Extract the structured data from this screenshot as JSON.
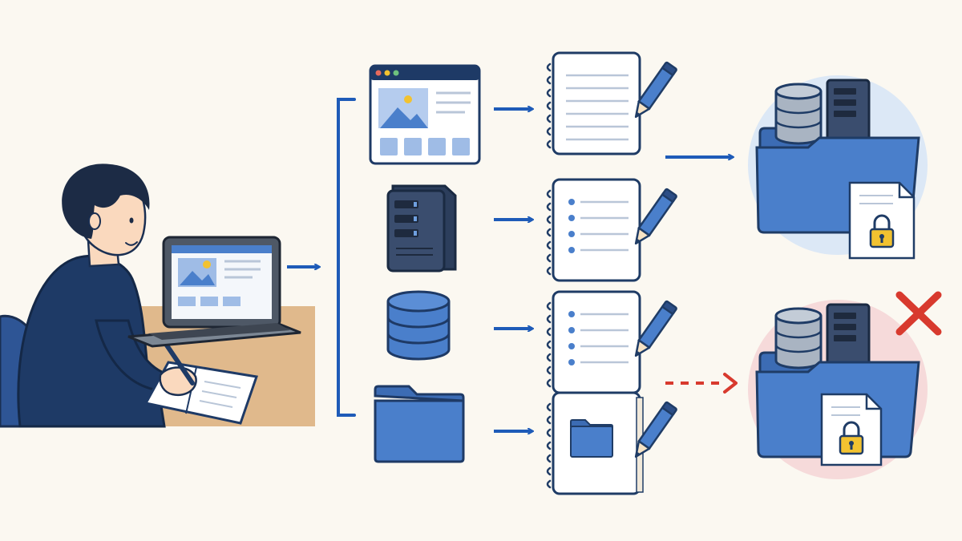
{
  "colors": {
    "background": "#FBF8F1",
    "primary_blue": "#4A7FCB",
    "dark_blue": "#1F3C66",
    "navy": "#1E3A66",
    "arrow_blue": "#1E5BB8",
    "arrow_red": "#D83A2E",
    "desk": "#E0B98C",
    "skin": "#FAD9BE",
    "hair": "#1C2B45",
    "lock_yellow": "#F2C230",
    "db_gray": "#A9B4C2",
    "halo_blue": "#DCE8F6",
    "halo_red": "#F6DADA",
    "paper": "#FFFFFF",
    "line_gray": "#B9C6D8"
  },
  "diagram": {
    "actor": {
      "icon": "person-at-laptop-icon"
    },
    "sources": [
      {
        "icon": "web-page-icon"
      },
      {
        "icon": "server-tower-icon"
      },
      {
        "icon": "database-icon"
      },
      {
        "icon": "folder-icon"
      }
    ],
    "notes": [
      {
        "icon": "notebook-lines-icon"
      },
      {
        "icon": "notebook-bullets-icon"
      },
      {
        "icon": "notebook-bullets-icon"
      },
      {
        "icon": "notebook-folder-icon"
      }
    ],
    "outcomes": [
      {
        "icon": "secure-folder-icon",
        "status": "success",
        "connector": "solid-arrow"
      },
      {
        "icon": "secure-folder-icon",
        "status": "rejected",
        "connector": "dashed-red-arrow",
        "mark": "red-x-icon"
      }
    ]
  }
}
